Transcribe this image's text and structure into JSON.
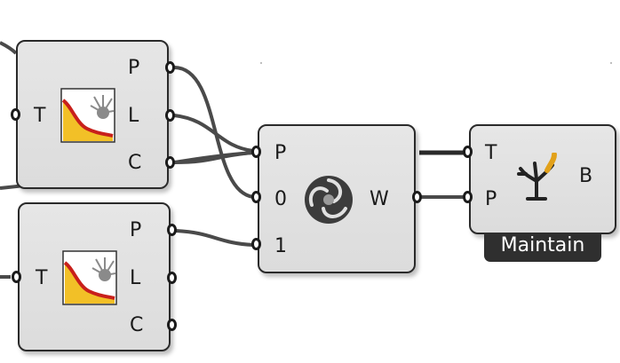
{
  "canvas": {
    "background": "#ffffff",
    "wire_color": "#4a4a4a"
  },
  "sun_node_top": {
    "input_label": "T",
    "outputs": [
      "P",
      "L",
      "C"
    ],
    "icon": "sun-path-curve-icon"
  },
  "sun_node_bottom": {
    "input_label": "T",
    "outputs": [
      "P",
      "L",
      "C"
    ],
    "icon": "sun-path-curve-icon"
  },
  "weave_node": {
    "inputs": [
      "P",
      "0",
      "1"
    ],
    "output": "W",
    "icon": "weave-swirl-icon"
  },
  "maintain_node": {
    "inputs": [
      "T",
      "P"
    ],
    "output": "B",
    "icon": "tree-branch-icon",
    "caption": "Maintain"
  }
}
